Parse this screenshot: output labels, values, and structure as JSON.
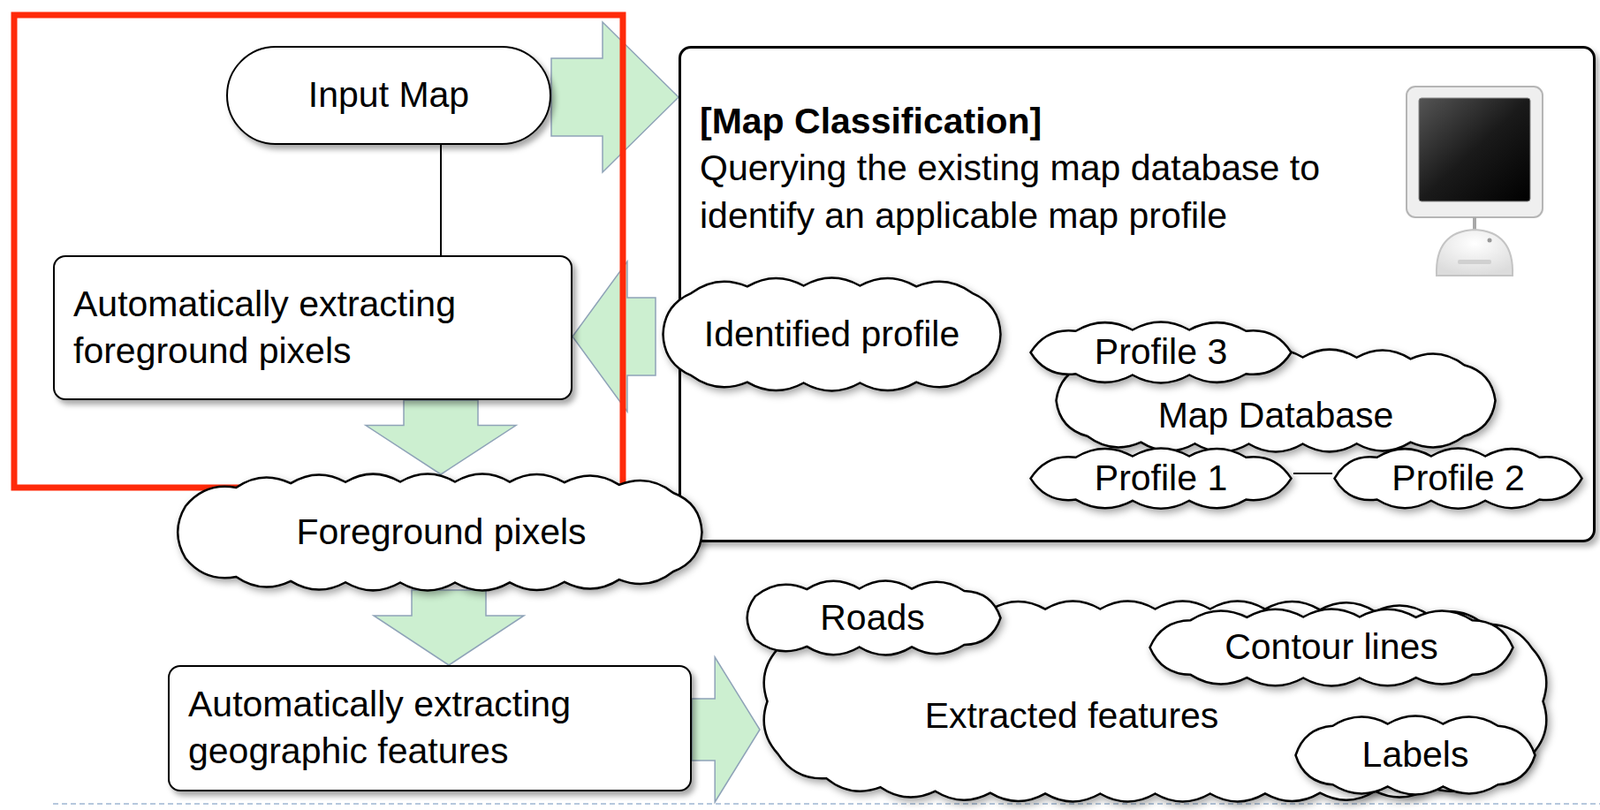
{
  "diagram": {
    "nodes": [
      {
        "text": [
          "Input Map"
        ]
      },
      {
        "text": [
          "Automatically extracting foreground pixels"
        ]
      },
      {
        "text": [
          "[Map Classification]",
          "Querying the existing map database to identify an applicable map profile"
        ]
      },
      {
        "text": [
          "Identified profile"
        ],
        "in": 2
      },
      {
        "text": [
          "Map Database"
        ],
        "in": 2
      },
      {
        "text": [
          "Profile 3"
        ],
        "in": 4
      },
      {
        "text": [
          "Profile 1"
        ],
        "in": 4
      },
      {
        "text": [
          "Profile 2"
        ],
        "in": 4
      },
      {
        "text": [
          "Foreground pixels"
        ]
      },
      {
        "text": [
          "Automatically extracting geographic features"
        ]
      },
      {
        "text": [
          "Extracted features"
        ]
      },
      {
        "text": [
          "Roads"
        ],
        "in": 10
      },
      {
        "text": [
          "Contour lines"
        ],
        "in": 10
      },
      {
        "text": [
          "Labels"
        ],
        "in": 10
      }
    ],
    "edges": [
      {
        "from": 0,
        "to": 2,
        "arrow": "to"
      },
      {
        "from": 0,
        "to": 1,
        "arrow": "none"
      },
      {
        "from": 3,
        "to": 1,
        "arrow": "to"
      },
      {
        "from": 1,
        "to": 8,
        "arrow": "to"
      },
      {
        "from": 8,
        "to": 9,
        "arrow": "to"
      },
      {
        "from": 9,
        "to": 10,
        "arrow": "to"
      },
      {
        "from": 6,
        "to": 7,
        "arrow": "none"
      }
    ]
  }
}
